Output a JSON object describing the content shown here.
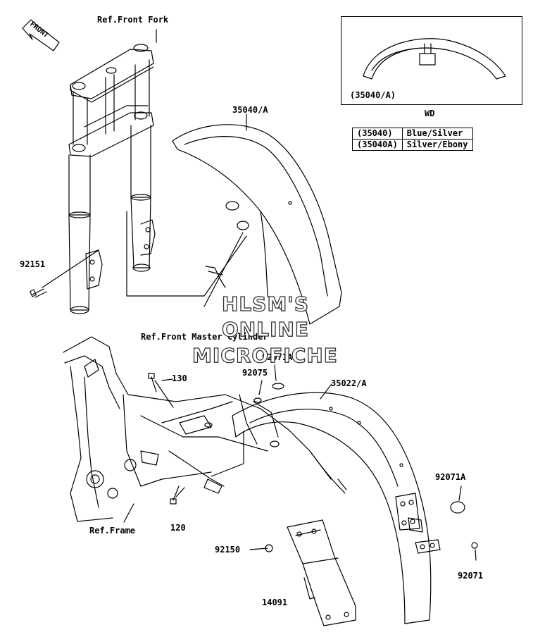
{
  "refs": {
    "front_fork": "Ref.Front Fork",
    "front_master_cylinder": "Ref.Front Master Cylinder",
    "frame": "Ref.Frame",
    "front_arrow": "FRONT"
  },
  "inset": {
    "part_label": "(35040/A)",
    "variant_label": "WD"
  },
  "color_table": [
    {
      "code": "(35040)",
      "color": "Blue/Silver"
    },
    {
      "code": "(35040A)",
      "color": "Silver/Ebony"
    }
  ],
  "parts": {
    "p35040A": "35040/A",
    "p92151": "92151",
    "p92071A_top": "92071A",
    "p130": "130",
    "p92075": "92075",
    "p35022A": "35022/A",
    "p92071A_right": "92071A",
    "p120": "120",
    "p92150": "92150",
    "p92071": "92071",
    "p14091": "14091"
  },
  "watermark": {
    "line1": "HLSM'S",
    "line2": "ONLINE",
    "line3": "MICROFICHE"
  }
}
